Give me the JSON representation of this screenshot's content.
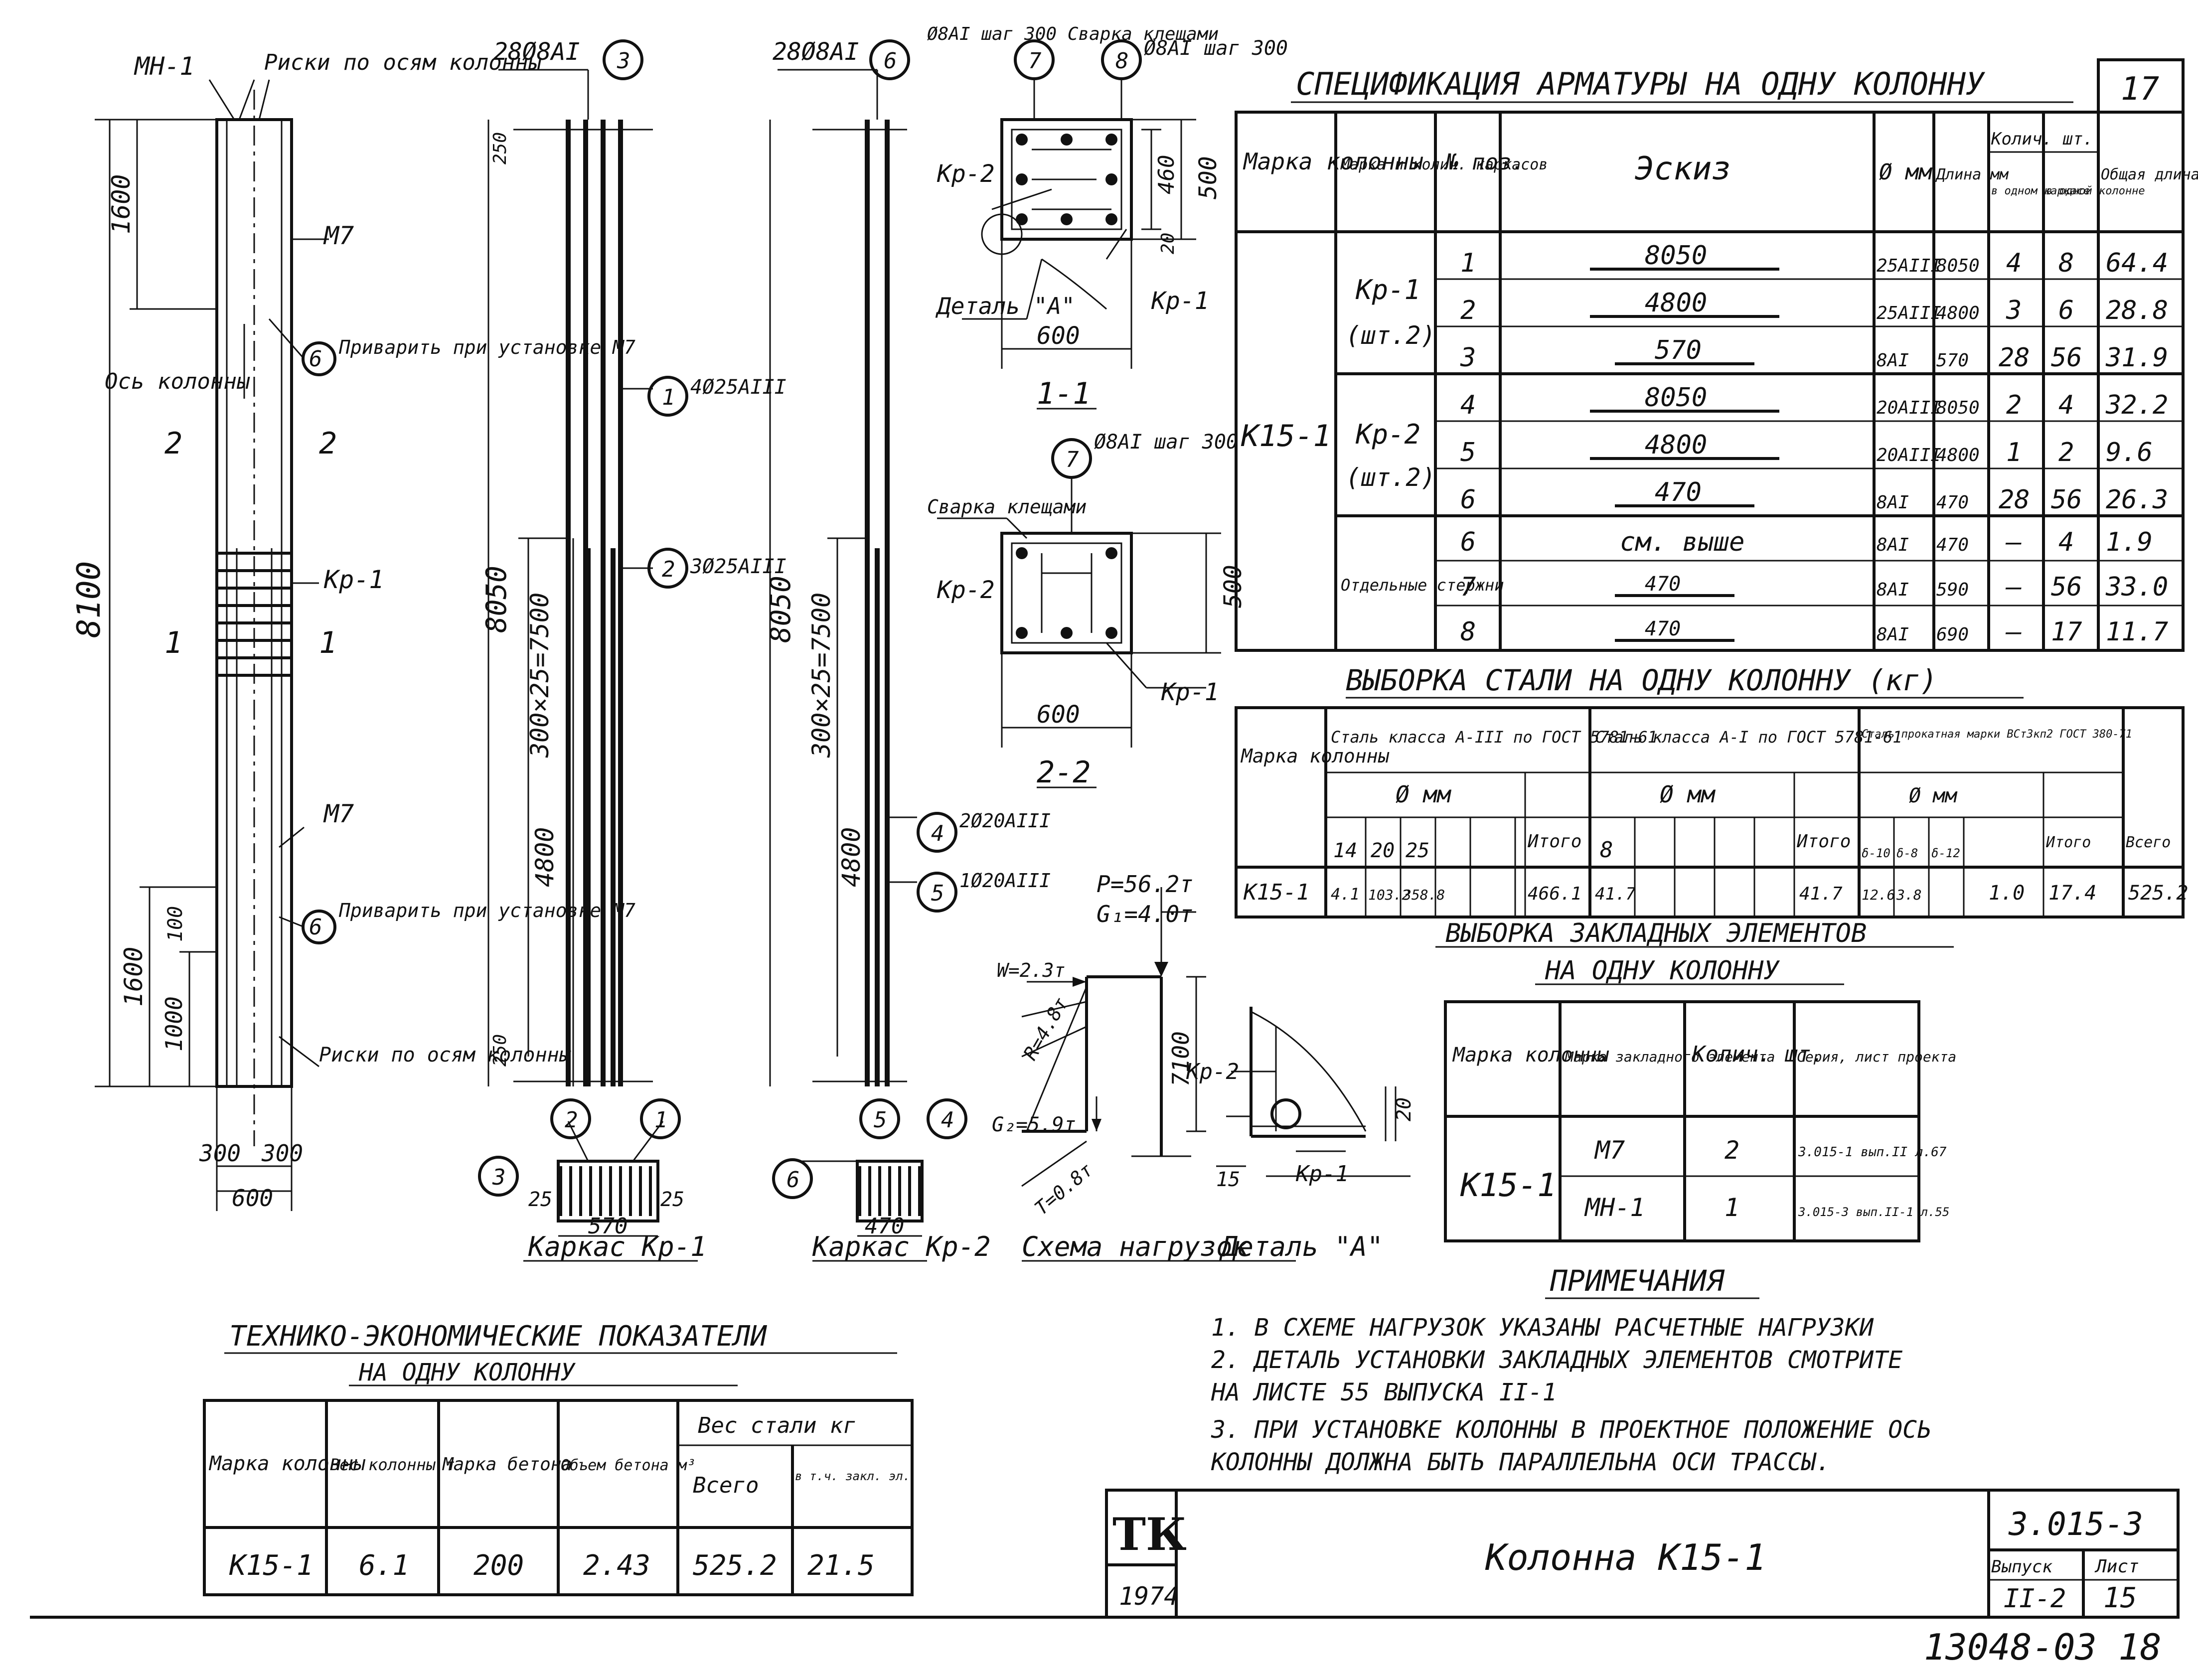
{
  "sheet_corner_number": "17",
  "stamp_number": "13048-03 18",
  "spec": {
    "title": "СПЕЦИФИКАЦИЯ АРМАТУРЫ НА ОДНУ КОЛОННУ",
    "headers": {
      "mark": "Марка колонны",
      "cage": "Марка и колич. каркасов",
      "pos": "№ поз.",
      "sketch": "Эскиз",
      "dia": "Ø мм",
      "len": "Длина мм",
      "qty_cage": "в одном каркасе",
      "qty_col": "в одной колонне",
      "qty": "Колич. шт.",
      "total": "Общая длина м"
    },
    "column_mark": "К15-1",
    "cages": [
      {
        "name": "Кр-1",
        "count": "(шт.2)"
      },
      {
        "name": "Кр-2",
        "count": "(шт.2)"
      },
      {
        "name": "Отдельные стержни",
        "count": ""
      }
    ],
    "rows": [
      {
        "pos": "1",
        "sketch": "8050",
        "dia": "25АIII",
        "len": "8050",
        "q1": "4",
        "q2": "8",
        "total": "64.4"
      },
      {
        "pos": "2",
        "sketch": "4800",
        "dia": "25АIII",
        "len": "4800",
        "q1": "3",
        "q2": "6",
        "total": "28.8"
      },
      {
        "pos": "3",
        "sketch": "570",
        "dia": "8АI",
        "len": "570",
        "q1": "28",
        "q2": "56",
        "total": "31.9"
      },
      {
        "pos": "4",
        "sketch": "8050",
        "dia": "20АIII",
        "len": "8050",
        "q1": "2",
        "q2": "4",
        "total": "32.2"
      },
      {
        "pos": "5",
        "sketch": "4800",
        "dia": "20АIII",
        "len": "4800",
        "q1": "1",
        "q2": "2",
        "total": "9.6"
      },
      {
        "pos": "6",
        "sketch": "470",
        "dia": "8АI",
        "len": "470",
        "q1": "28",
        "q2": "56",
        "total": "26.3"
      },
      {
        "pos": "6",
        "sketch": "см. выше",
        "dia": "8АI",
        "len": "470",
        "q1": "—",
        "q2": "4",
        "total": "1.9"
      },
      {
        "pos": "7",
        "sketch": "470",
        "dia": "8АI",
        "len": "590",
        "q1": "—",
        "q2": "56",
        "total": "33.0"
      },
      {
        "pos": "8",
        "sketch": "470",
        "dia": "8АI",
        "len": "690",
        "q1": "—",
        "q2": "17",
        "total": "11.7"
      }
    ]
  },
  "steel": {
    "title": "ВЫБОРКА СТАЛИ НА ОДНУ КОЛОННУ (кг)",
    "mark": "Марка колонны",
    "g1": "Сталь класса А-III по ГОСТ 5781-61",
    "g2": "Сталь класса А-I по ГОСТ 5781-61",
    "g3": "Сталь прокатная марки ВСт3кп2 ГОСТ 380-71",
    "dia": "Ø мм",
    "itogo": "Итого",
    "vsego": "Всего",
    "d1": [
      "14",
      "20",
      "25"
    ],
    "d2": [
      "8"
    ],
    "d3": [
      "δ-10",
      "δ-8",
      "δ-12"
    ],
    "row": {
      "mark": "К15-1",
      "v1": [
        "4.1",
        "103.2",
        "358.8"
      ],
      "t1": "466.1",
      "v2": [
        "41.7"
      ],
      "t2": "41.7",
      "v3": [
        "12.6",
        "3.8",
        "1.0"
      ],
      "t3": "17.4",
      "all": "525.2"
    }
  },
  "embed": {
    "title1": "ВЫБОРКА ЗАКЛАДНЫХ ЭЛЕМЕНТОВ",
    "title2": "НА ОДНУ КОЛОННУ",
    "h_mark": "Марка колонны",
    "h_el": "Марка закладного элемента",
    "h_qty": "Колич. шт.",
    "h_ser": "Серия, лист проекта",
    "col": "К15-1",
    "rows": [
      {
        "el": "М7",
        "qty": "2",
        "ser": "3.015-1 вып.II л.67"
      },
      {
        "el": "МН-1",
        "qty": "1",
        "ser": "3.015-3 вып.II-1 л.55"
      }
    ]
  },
  "notes": {
    "title": "ПРИМЕЧАНИЯ",
    "lines": [
      "1. В СХЕМЕ НАГРУЗОК УКАЗАНЫ РАСЧЕТНЫЕ НАГРУЗКИ",
      "2. ДЕТАЛЬ УСТАНОВКИ ЗАКЛАДНЫХ ЭЛЕМЕНТОВ СМОТРИТЕ",
      "   НА ЛИСТЕ 55 ВЫПУСКА II-1",
      "3. ПРИ УСТАНОВКЕ КОЛОННЫ В ПРОЕКТНОЕ ПОЛОЖЕНИЕ ОСЬ",
      "   КОЛОННЫ ДОЛЖНА БЫТЬ ПАРАЛЛЕЛЬНА ОСИ ТРАССЫ."
    ]
  },
  "tep": {
    "title1": "ТЕХНИКО-ЭКОНОМИЧЕСКИЕ ПОКАЗАТЕЛИ",
    "title2": "НА ОДНУ КОЛОННУ",
    "h": [
      "Марка колонны",
      "Вес колонны т",
      "Марка бетона",
      "Объем бетона м³",
      "Всего",
      "в т.ч. закл. эл."
    ],
    "h_steel": "Вес стали кг",
    "row": [
      "К15-1",
      "6.1",
      "200",
      "2.43",
      "525.2",
      "21.5"
    ]
  },
  "title_block": {
    "logo": "ТК",
    "year": "1974",
    "name": "Колонна К15-1",
    "series": "3.015-3",
    "vyp_label": "Выпуск",
    "vyp": "II-2",
    "list_label": "Лист",
    "list": "15"
  },
  "drawing": {
    "mn1": "МН-1",
    "risks_top": "Риски по осям колонны",
    "risks_bot": "Риски по осям колонны",
    "m7": "М7",
    "weld1": "Приварить при установке М7",
    "weld2": "Приварить при установке М7",
    "axis": "Ось колонны",
    "kr1": "Кр-1",
    "kr2": "Кр-2",
    "dim_8100": "8100",
    "dim_1600a": "1600",
    "dim_1600b": "1600",
    "dim_1000": "1000",
    "dim_100": "100",
    "dim_300a": "300",
    "dim_300b": "300",
    "dim_600": "600",
    "sec1": "1",
    "sec2": "2",
    "c1_top": "28Ø8АI",
    "c1_lbl1": "4Ø25АIII",
    "c1_lbl2": "3Ø25АIII",
    "c1_8050": "8050",
    "c1_pitch": "300×25=7500",
    "c1_4800": "4800",
    "c1_250": "250",
    "c1_25": "25",
    "c1_570": "570",
    "c1_caption": "Каркас Кр-1",
    "c2_top": "28Ø8АI",
    "c2_lbl4": "2Ø20АIII",
    "c2_lbl5": "1Ø20АIII",
    "c2_8050": "8050",
    "c2_pitch": "300×25=7500",
    "c2_4800": "4800",
    "c2_470": "470",
    "c2_caption": "Каркас Кр-2",
    "s7_lbl": "Ø8АI шаг 300 Сварка клещами",
    "s8_lbl": "Ø8АI шаг 300",
    "s_500": "500",
    "s_460": "460",
    "s_20": "20",
    "s_600": "600",
    "detail_a": "Деталь \"А\"",
    "sec11": "1-1",
    "sec22": "2-2",
    "s2_lbl": "Ø8АI шаг 300",
    "s2_weld": "Сварка клещами",
    "s2_500": "500",
    "s2_600": "600",
    "load_p": "Р=56.2т",
    "load_g1": "G₁=4.0т",
    "load_w": "W=2.3т",
    "load_r": "R=4.8т",
    "load_g2": "G₂=5.9т",
    "load_t": "Т=0.8т",
    "load_7100": "7100",
    "load_caption": "Схема нагрузок",
    "detA_caption": "Деталь \"А\"",
    "detA_15": "15",
    "detA_20": "20",
    "pos": [
      "1",
      "2",
      "3",
      "4",
      "5",
      "6",
      "7",
      "8"
    ]
  }
}
